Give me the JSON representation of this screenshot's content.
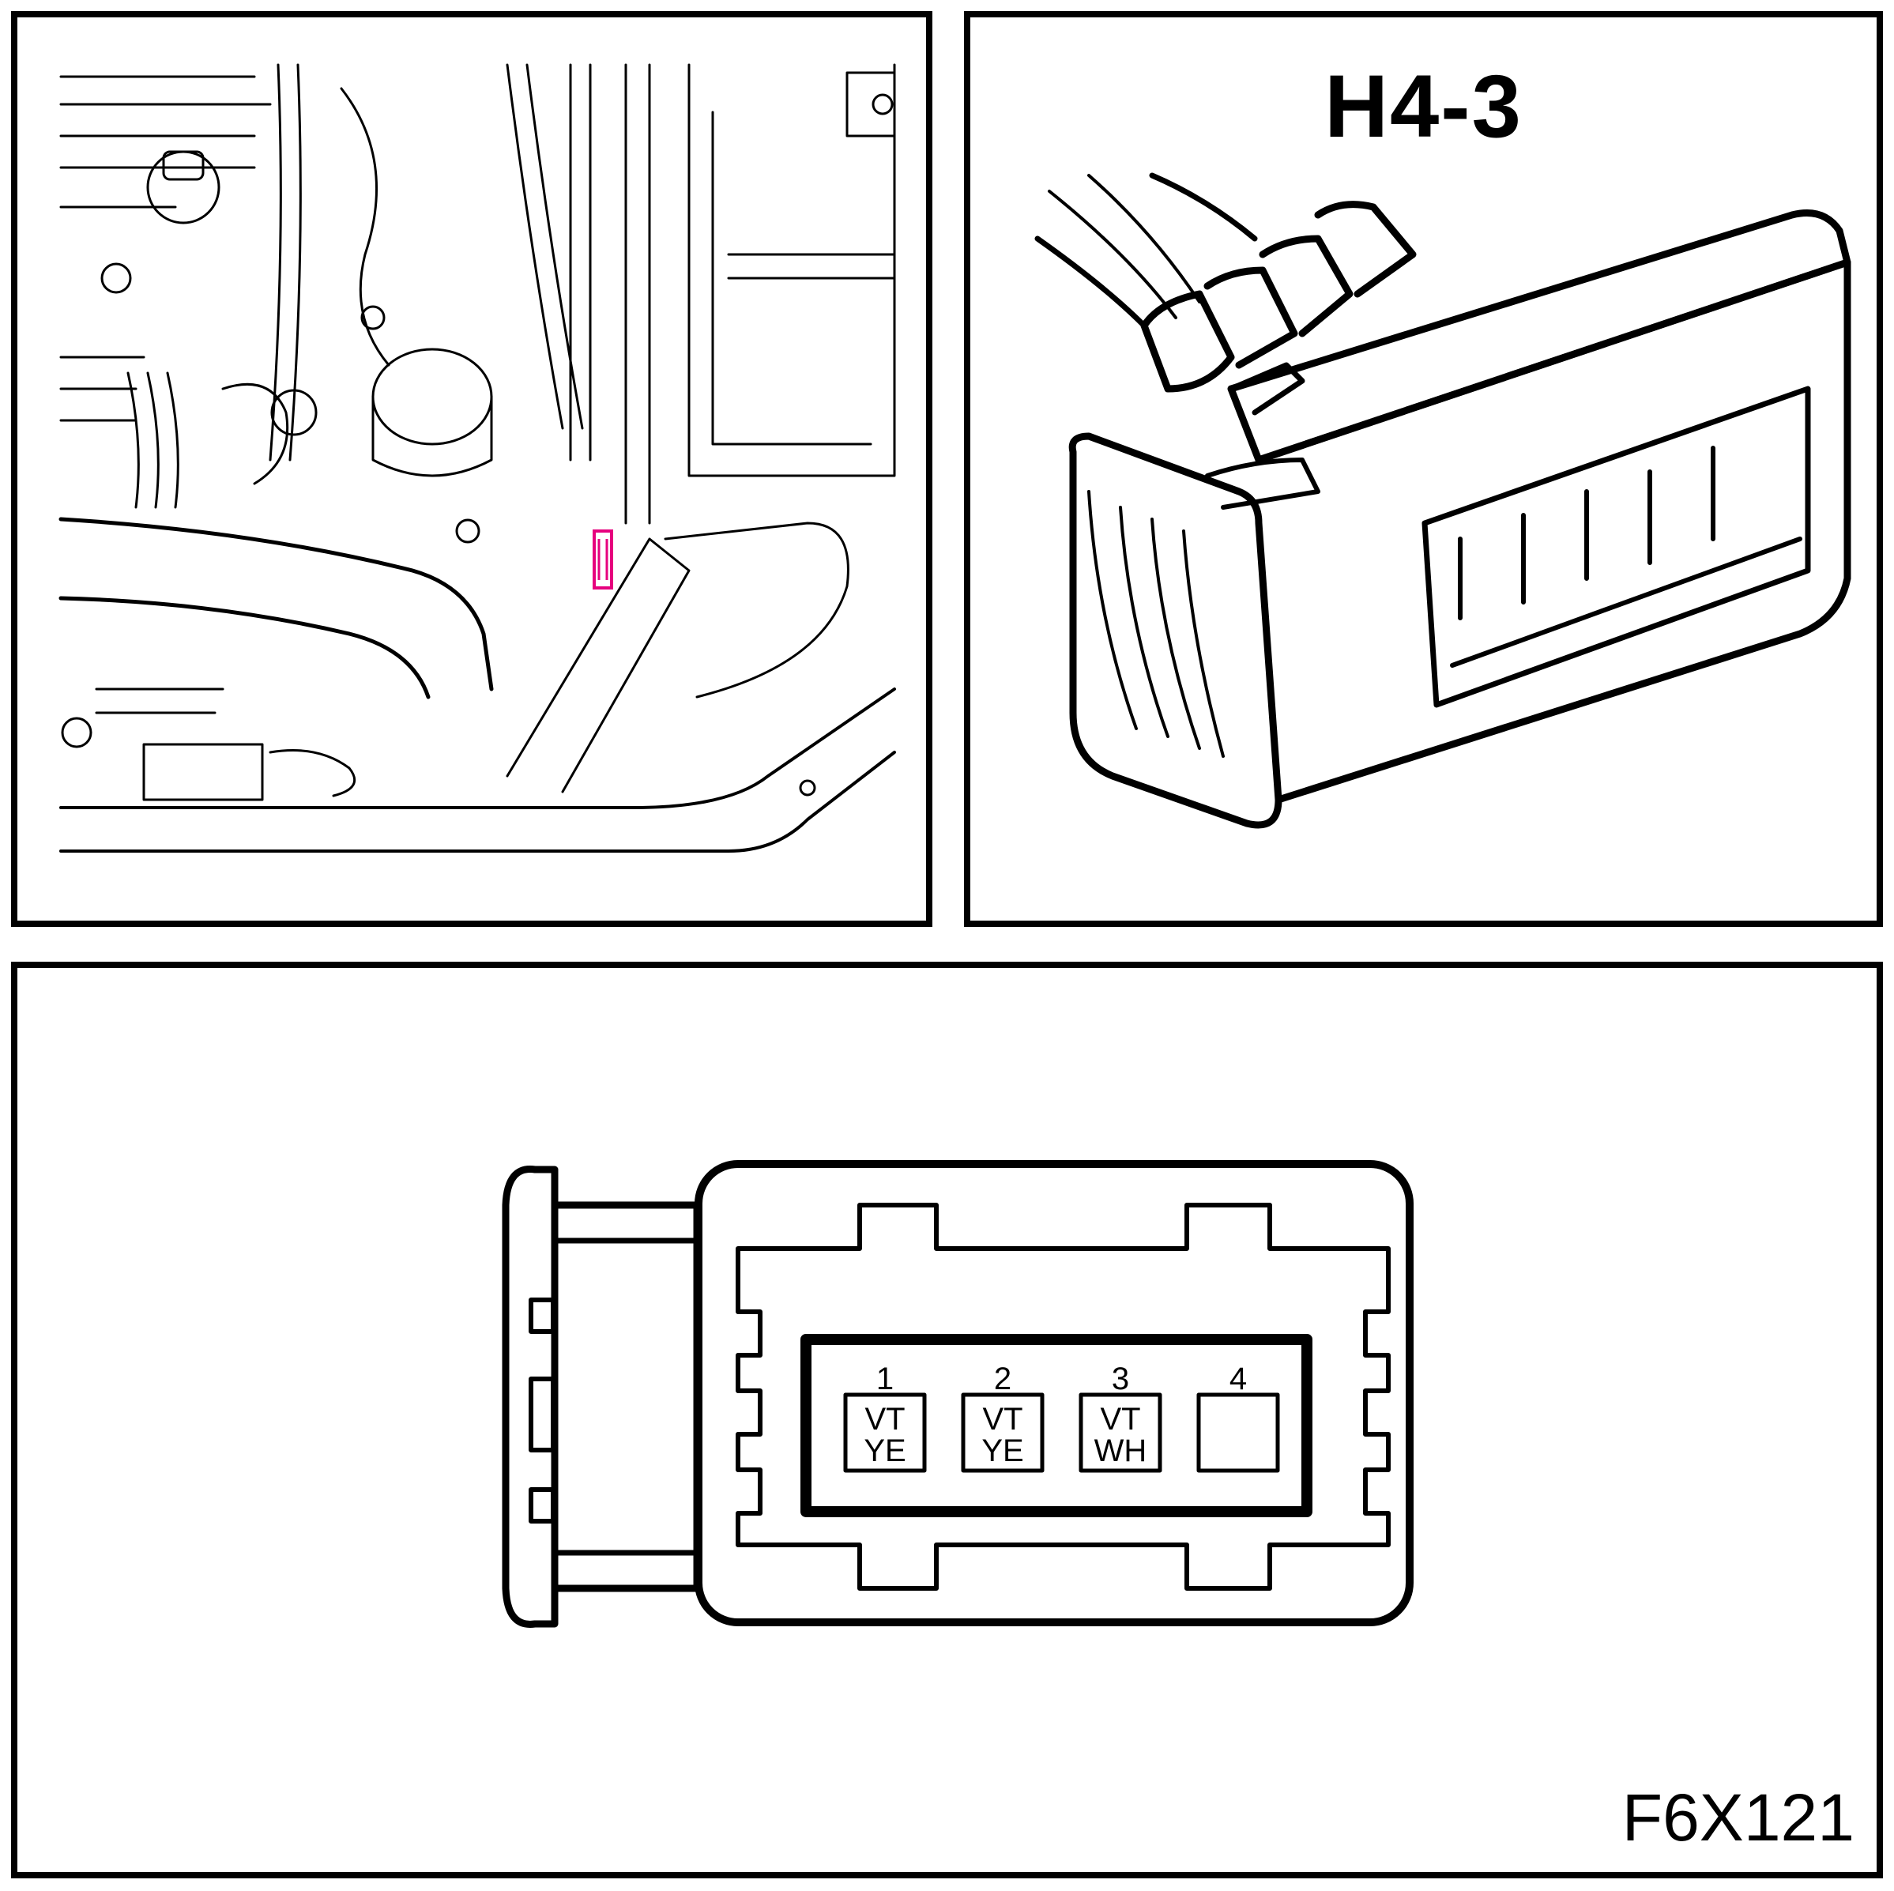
{
  "connector": {
    "id": "H4-3"
  },
  "figure_id": "F6X121",
  "pins": [
    {
      "number": "1",
      "line1": "VT",
      "line2": "YE"
    },
    {
      "number": "2",
      "line1": "VT",
      "line2": "YE"
    },
    {
      "number": "3",
      "line1": "VT",
      "line2": "WH"
    },
    {
      "number": "4",
      "line1": "",
      "line2": ""
    }
  ],
  "colors": {
    "line": "#000000",
    "background": "#ffffff",
    "location_marker": "#e6007e"
  }
}
